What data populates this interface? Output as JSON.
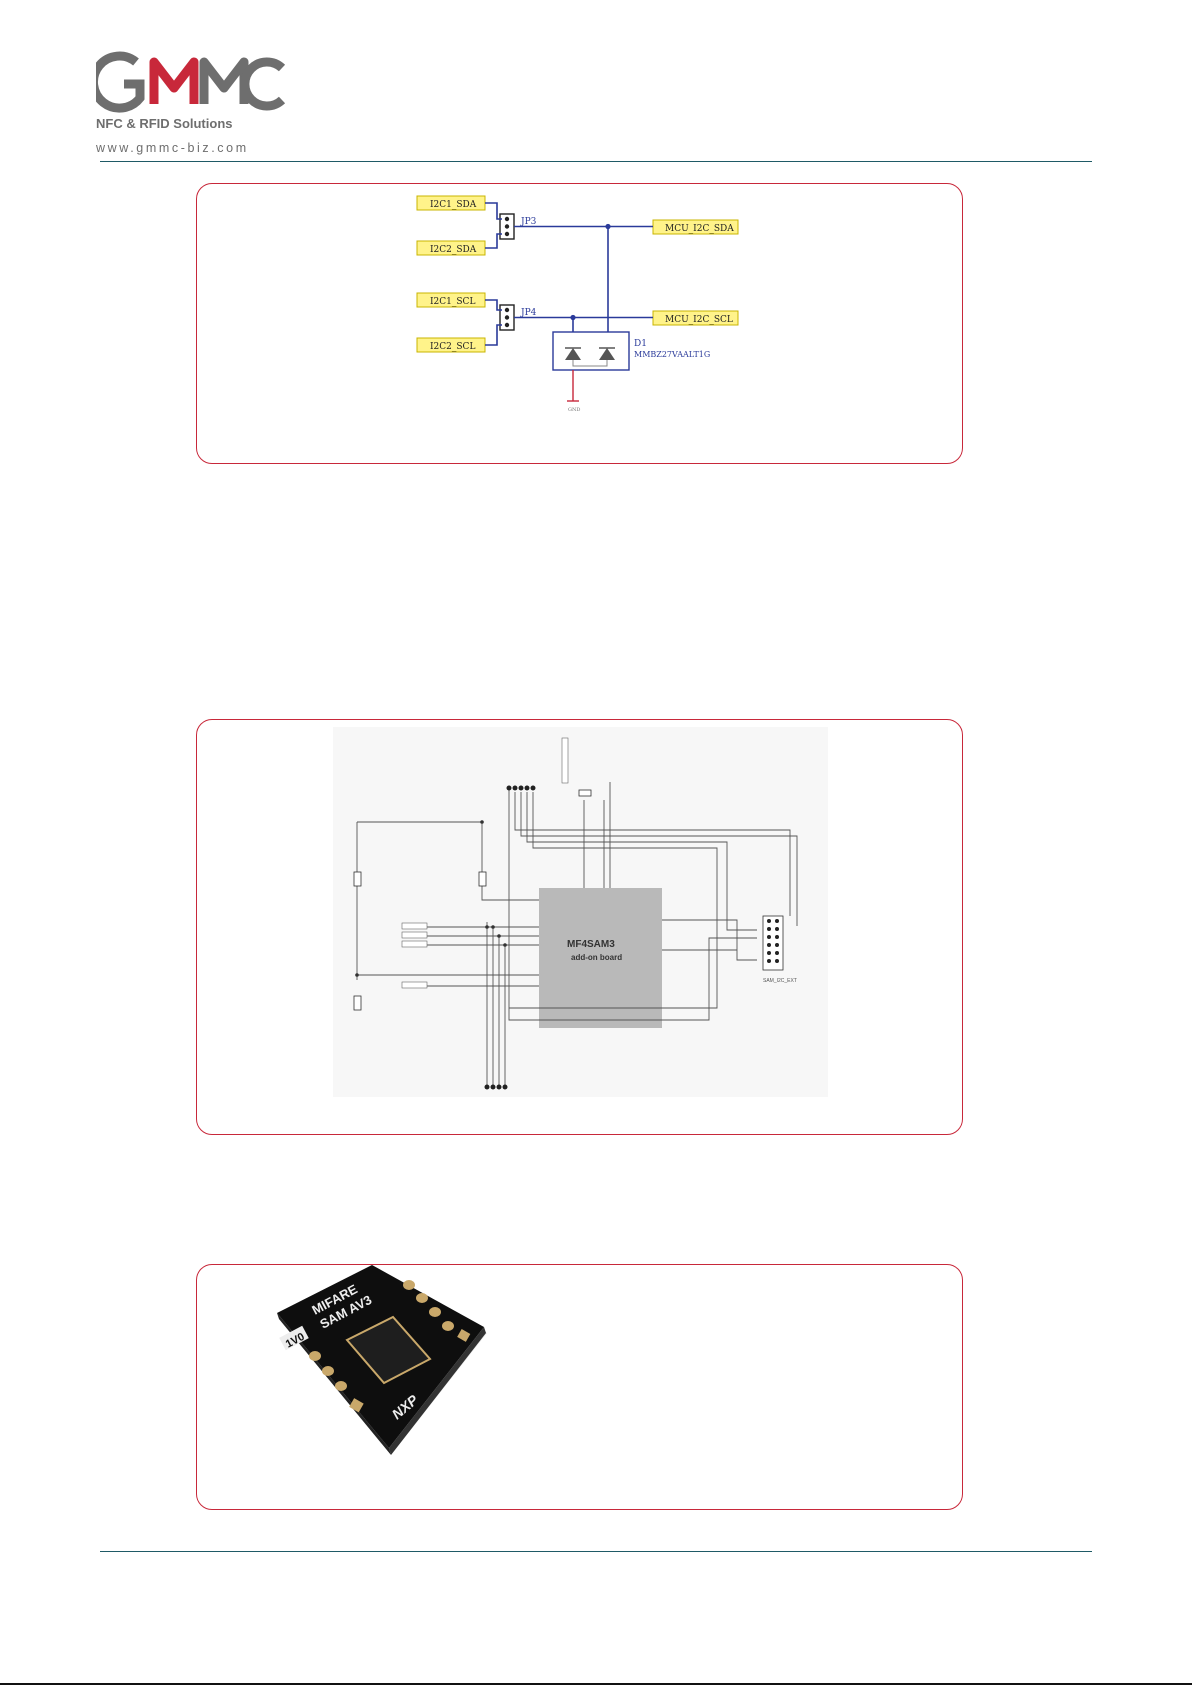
{
  "brand": {
    "logo_text": "GMMC",
    "tagline": "NFC & RFID Solutions",
    "website": "www.gmmc-biz.com",
    "colors": {
      "logo_gray": "#6e6e6e",
      "logo_red": "#c8283a",
      "rule": "#1f5a66",
      "frame": "#c8283a"
    }
  },
  "figure1": {
    "labels": {
      "left_top_1": "I2C1_SDA",
      "left_top_2": "I2C2_SDA",
      "left_bot_1": "I2C1_SCL",
      "left_bot_2": "I2C2_SCL",
      "right_top": "MCU_I2C_SDA",
      "right_bot": "MCU_I2C_SCL",
      "jp_top": "JP3",
      "jp_bot": "JP4",
      "diode_ref": "D1",
      "diode_part": "MMBZ27VAALT1G",
      "gnd": "GND"
    }
  },
  "figure2": {
    "chip_title": "MF4SAM3",
    "chip_subtitle": "add-on board",
    "header_ref": "SAM_I2C_EXT"
  },
  "figure3": {
    "board_line1": "MIFARE",
    "board_line2": "SAM AV3",
    "version": "1V0",
    "vendor": "NXP"
  }
}
